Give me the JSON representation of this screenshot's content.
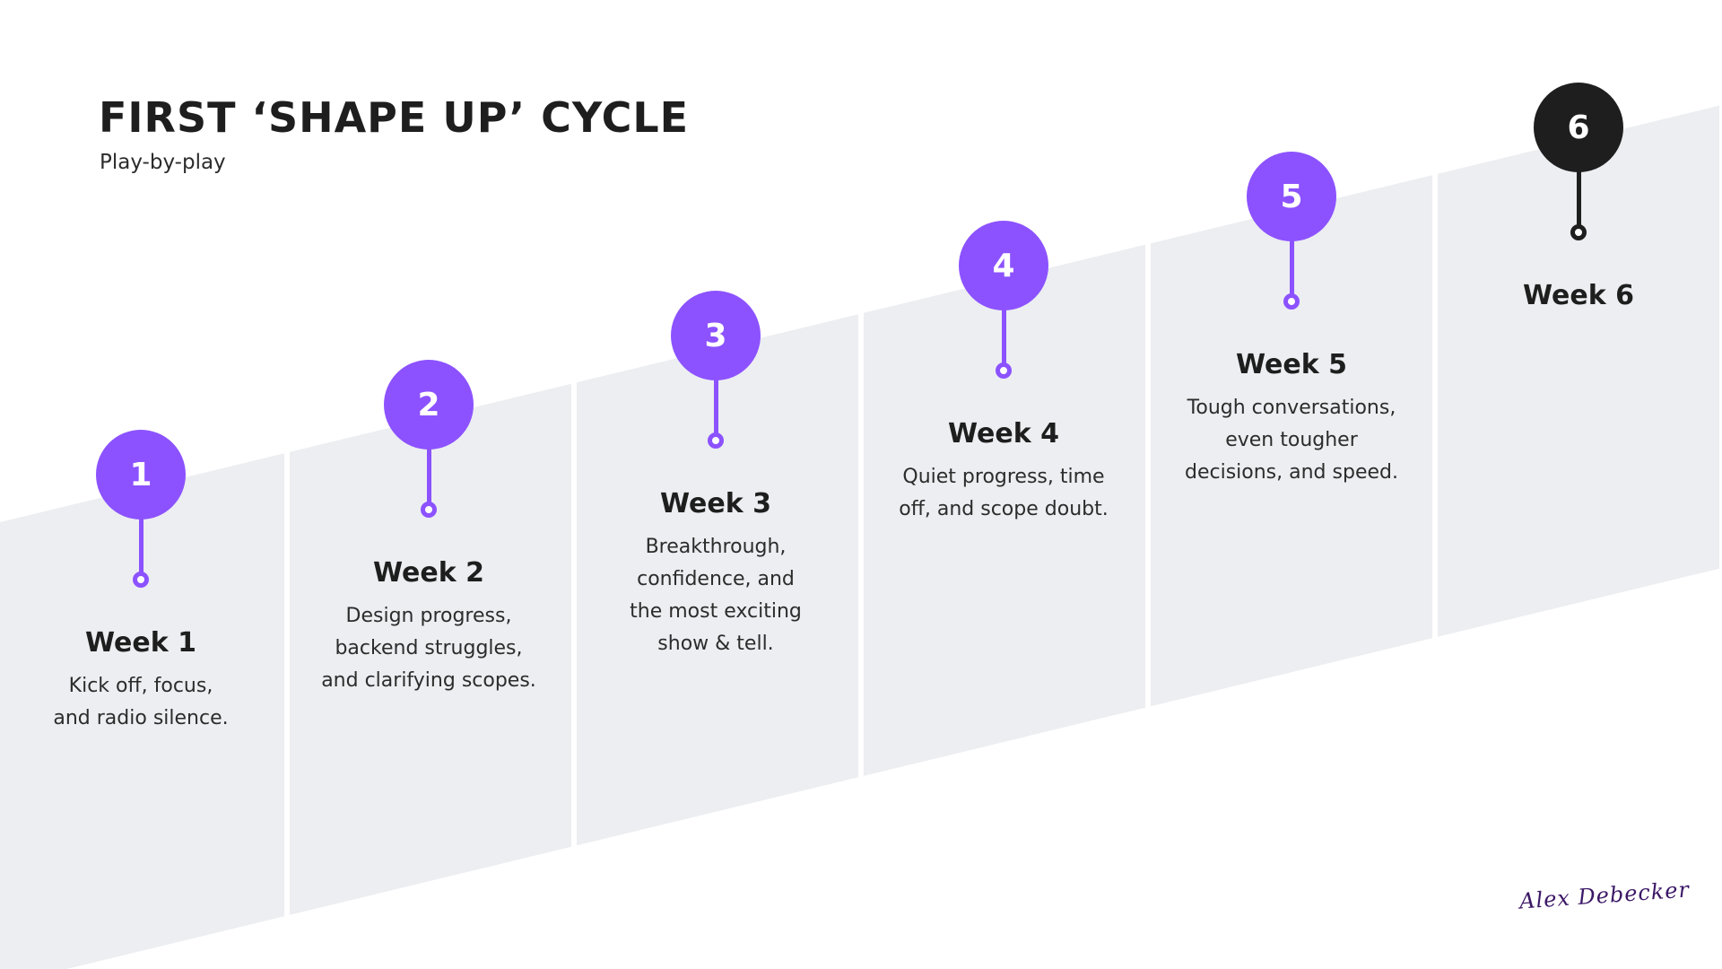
{
  "header": {
    "title": "FIRST ‘SHAPE UP’ CYCLE",
    "subtitle": "Play-by-play"
  },
  "colors": {
    "accent": "#8c52ff",
    "final": "#1e1e1e",
    "band": "#eceef1",
    "text": "#1e1e1e"
  },
  "steps": [
    {
      "number": "1",
      "title": "Week 1",
      "description": [
        "Kick off, focus,",
        "and radio silence."
      ],
      "status": "accent"
    },
    {
      "number": "2",
      "title": "Week 2",
      "description": [
        "Design progress,",
        "backend struggles,",
        "and clarifying scopes."
      ],
      "status": "accent"
    },
    {
      "number": "3",
      "title": "Week 3",
      "description": [
        "Breakthrough,",
        "confidence, and",
        "the most exciting",
        "show & tell."
      ],
      "status": "accent"
    },
    {
      "number": "4",
      "title": "Week 4",
      "description": [
        "Quiet progress, time",
        "off, and scope doubt."
      ],
      "status": "accent"
    },
    {
      "number": "5",
      "title": "Week 5",
      "description": [
        "Tough conversations,",
        "even tougher",
        "decisions, and speed."
      ],
      "status": "accent"
    },
    {
      "number": "6",
      "title": "Week 6",
      "description": [],
      "status": "final"
    }
  ],
  "signature": "Alex Debecker"
}
